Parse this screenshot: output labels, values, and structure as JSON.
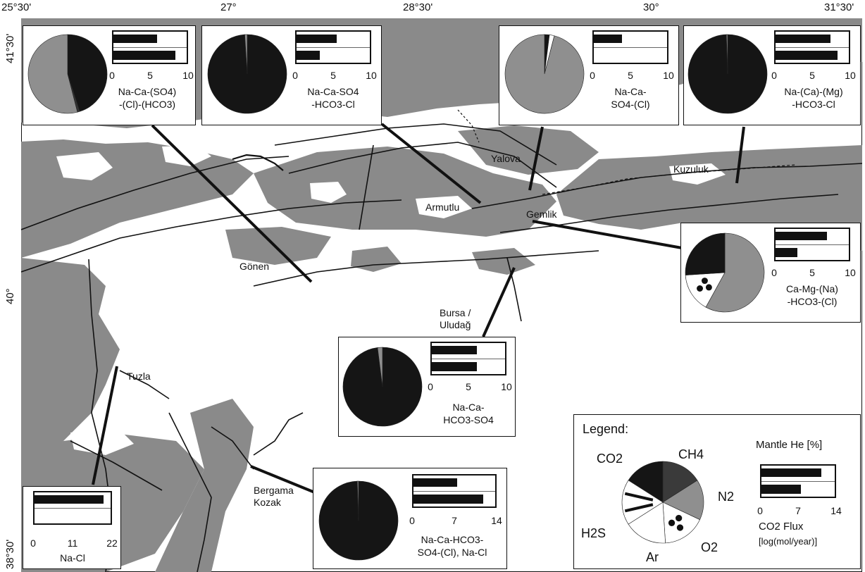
{
  "coords": {
    "top": [
      "25°30'",
      "27°",
      "28°30'",
      "30°",
      "31°30'"
    ],
    "left": [
      "41°30'",
      "40°",
      "38°30'"
    ]
  },
  "places": {
    "yalova": "Yalova",
    "kuzuluk": "Kuzuluk",
    "armutlu": "Armutlu",
    "gemlik": "Gemlik",
    "gonen": "Gönen",
    "bursa_l1": "Bursa /",
    "bursa_l2": "Uludağ",
    "tuzla": "Tuzla",
    "bergama_l1": "Bergama",
    "bergama_l2": "Kozak"
  },
  "insets": [
    {
      "id": "gonen",
      "ticks": [
        "0",
        "5",
        "10"
      ],
      "max": 10,
      "he": 6,
      "flux": 8.5,
      "comp": [
        "Na-Ca-(SO4)",
        "-(Cl)-(HCO3)"
      ],
      "pie": {
        "co2": 0.45,
        "ch4": 0.01,
        "n2": 0.54
      }
    },
    {
      "id": "armutlu",
      "ticks": [
        "0",
        "5",
        "10"
      ],
      "max": 10,
      "he": 5.5,
      "flux": 3.2,
      "comp": [
        "Na-Ca-SO4",
        "-HCO3-Cl"
      ],
      "pie": {
        "co2": 0.99,
        "n2": 0.01
      }
    },
    {
      "id": "yalova",
      "ticks": [
        "0",
        "5",
        "10"
      ],
      "max": 10,
      "he": 3.8,
      "flux": null,
      "comp": [
        "Na-Ca-",
        "SO4-(Cl)"
      ],
      "pie": {
        "co2": 0.02,
        "ar": 0.02,
        "n2": 0.96
      }
    },
    {
      "id": "kuzuluk",
      "ticks": [
        "0",
        "5",
        "10"
      ],
      "max": 10,
      "he": 7.5,
      "flux": 8.5,
      "comp": [
        "Na-(Ca)-(Mg)",
        "-HCO3-Cl"
      ],
      "pie": {
        "co2": 0.995,
        "n2": 0.005
      }
    },
    {
      "id": "gemlik",
      "ticks": [
        "0",
        "5",
        "10"
      ],
      "max": 10,
      "he": 7,
      "flux": 3,
      "comp": [
        "Ca-Mg-(Na)",
        "-HCO3-(Cl)"
      ],
      "pie": {
        "n2": 0.58,
        "o2": 0.16,
        "co2": 0.26
      }
    },
    {
      "id": "bursa",
      "ticks": [
        "0",
        "5",
        "10"
      ],
      "max": 10,
      "he": 6.2,
      "flux": 6.2,
      "comp": [
        "Na-Ca-",
        "HCO3-SO4"
      ],
      "pie": {
        "co2": 0.98,
        "n2": 0.02
      }
    },
    {
      "id": "tuzla",
      "ticks": [
        "0",
        "11",
        "22"
      ],
      "max": 22,
      "he": 20,
      "flux": null,
      "comp": [
        "Na-Cl"
      ],
      "pie": null
    },
    {
      "id": "bergama",
      "ticks": [
        "0",
        "7",
        "14"
      ],
      "max": 14,
      "he": 7.5,
      "flux": 12,
      "comp": [
        "Na-Ca-HCO3-",
        "SO4-(Cl), Na-Cl"
      ],
      "pie": {
        "co2": 0.995,
        "n2": 0.005
      }
    }
  ],
  "legend": {
    "title": "Legend:",
    "co2": "CO2",
    "ch4": "CH4",
    "n2": "N2",
    "o2": "O2",
    "ar": "Ar",
    "h2s": "H2S",
    "he_label": "Mantle He [%]",
    "ticks": [
      "0",
      "7",
      "14"
    ],
    "flux_label": "CO2 Flux",
    "flux_unit": "[log(mol/year)]",
    "sample": {
      "he": 11.5,
      "flux": 7.5,
      "max": 14
    }
  },
  "colors": {
    "land": "#8a8a8a",
    "sea": "#ffffff",
    "gas_dark": "#151515",
    "gas_grey": "#8f8f8f",
    "border": "#111111"
  }
}
